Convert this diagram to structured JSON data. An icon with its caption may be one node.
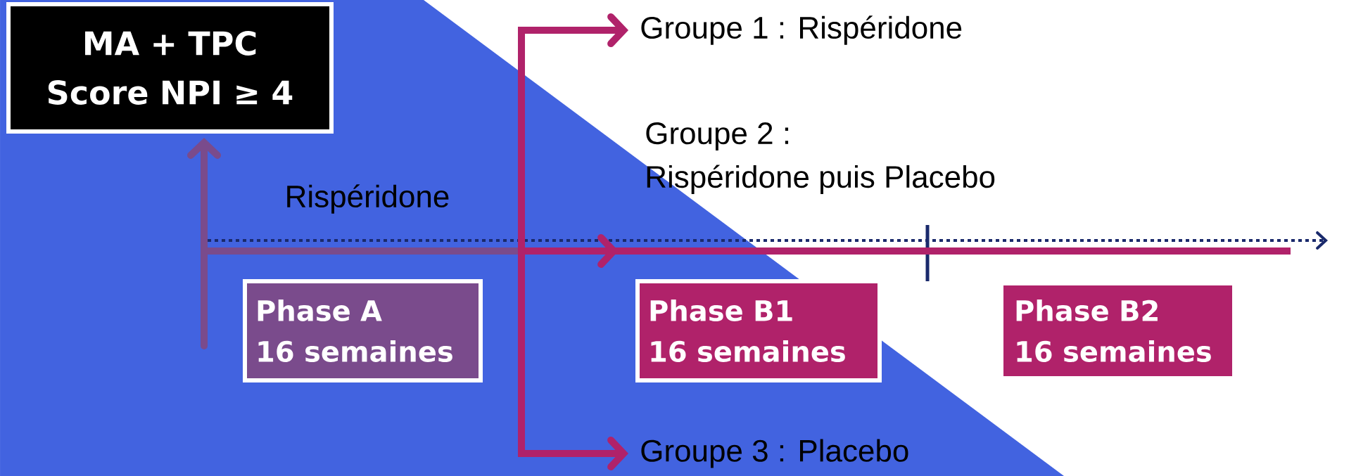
{
  "diagram": {
    "nodes": [
      {
        "text": [
          "MA + TPC",
          "Score NPI ≥ 4"
        ]
      },
      {
        "text": [
          "Phase A",
          "16 semaines"
        ]
      },
      {
        "text": [
          "Phase B1",
          "16 semaines"
        ]
      },
      {
        "text": [
          "Phase B2",
          "16 semaines"
        ]
      },
      {
        "text": [
          "Groupe 1 : Rispéridone"
        ]
      },
      {
        "text": [
          "Groupe 2 :",
          "Rispéridone puis Placebo"
        ]
      },
      {
        "text": [
          "Groupe 3 : Placebo"
        ]
      }
    ],
    "edges": [
      {
        "from": null,
        "to": 0,
        "arrow": "to",
        "color": "#7a4b8c"
      },
      {
        "from": null,
        "to": 4,
        "arrow": "to"
      },
      {
        "from": null,
        "to": 6,
        "arrow": "to"
      }
    ],
    "labels": [
      "Rispéridone"
    ]
  }
}
